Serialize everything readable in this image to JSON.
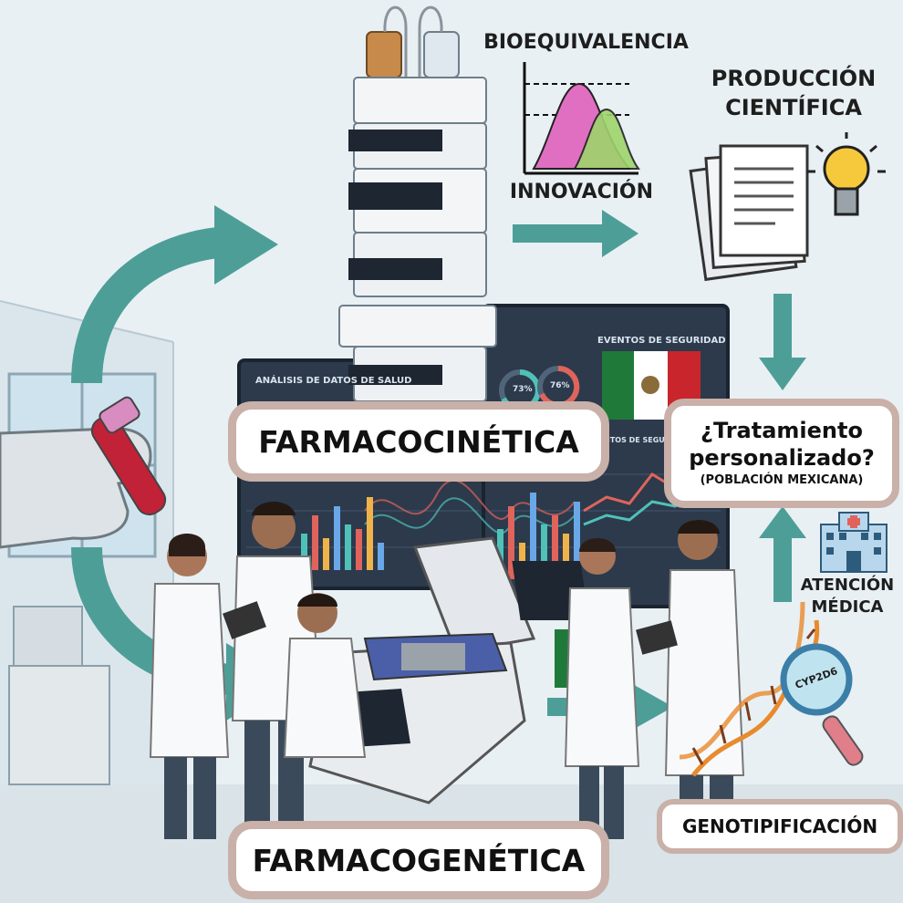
{
  "labels": {
    "bioequivalencia": "BIOEQUIVALENCIA",
    "innovacion": "INNOVACIÓN",
    "produccion_line1": "PRODUCCIÓN",
    "produccion_line2": "CIENTÍFICA",
    "atencion_line1": "ATENCIÓN",
    "atencion_line2": "MÉDICA",
    "farmacocinetica": "FARMACOCINÉTICA",
    "farmacogenetica": "FARMACOGENÉTICA",
    "genotipificacion": "GENOTIPIFICACIÓN",
    "tratamiento_line1": "¿Tratamiento",
    "tratamiento_line2": "personalizado?",
    "tratamiento_line3": "(POBLACIÓN MEXICANA)",
    "cyp2d6": "CYP2D6"
  },
  "screens": {
    "left_title": "ANÁLISIS DE DATOS DE SALUD",
    "right_title": "EVENTOS DE SEGURIDAD",
    "right_subtitle": "EVENTOS DE SEGURIDAD",
    "gauge_left": "73%",
    "gauge_right": "76%"
  },
  "colors": {
    "arrow_teal": "#4e9e98",
    "pill_border": "#c9b0a8",
    "flag_green": "#1f7a3a",
    "flag_red": "#c8262c",
    "bar_colors": [
      "#4fc1b9",
      "#e0645c",
      "#f0b34a",
      "#6aa7e8"
    ]
  }
}
